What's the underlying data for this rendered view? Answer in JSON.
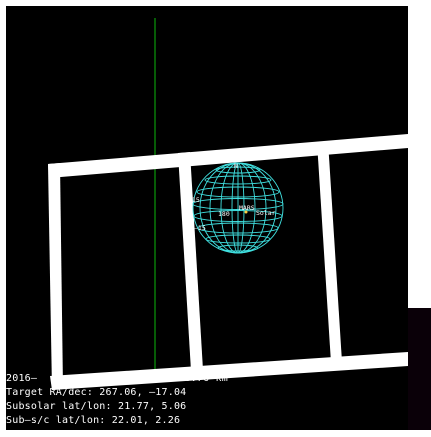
{
  "overlay": {
    "date_line_left": "2016–",
    "date_line_right": "5141788.76 km",
    "target_ra_dec": "Target RA/dec: 267.06, –17.04",
    "subsolar": "Subsolar lat/lon: 21.77, 5.06",
    "sub_sc": "Sub–s/c lat/lon: 22.01, 2.26"
  },
  "globe": {
    "north_label": "N",
    "lat_label_upper": "15",
    "lat_label_lower": "–15",
    "lon_label": "180",
    "target_label": "MARS",
    "subsolar_label": "Solar"
  },
  "colors": {
    "background": "#000000",
    "frame": "#ffffff",
    "globe": "#40e0e0",
    "axis_line": "#00a000",
    "text": "#ffffff"
  }
}
